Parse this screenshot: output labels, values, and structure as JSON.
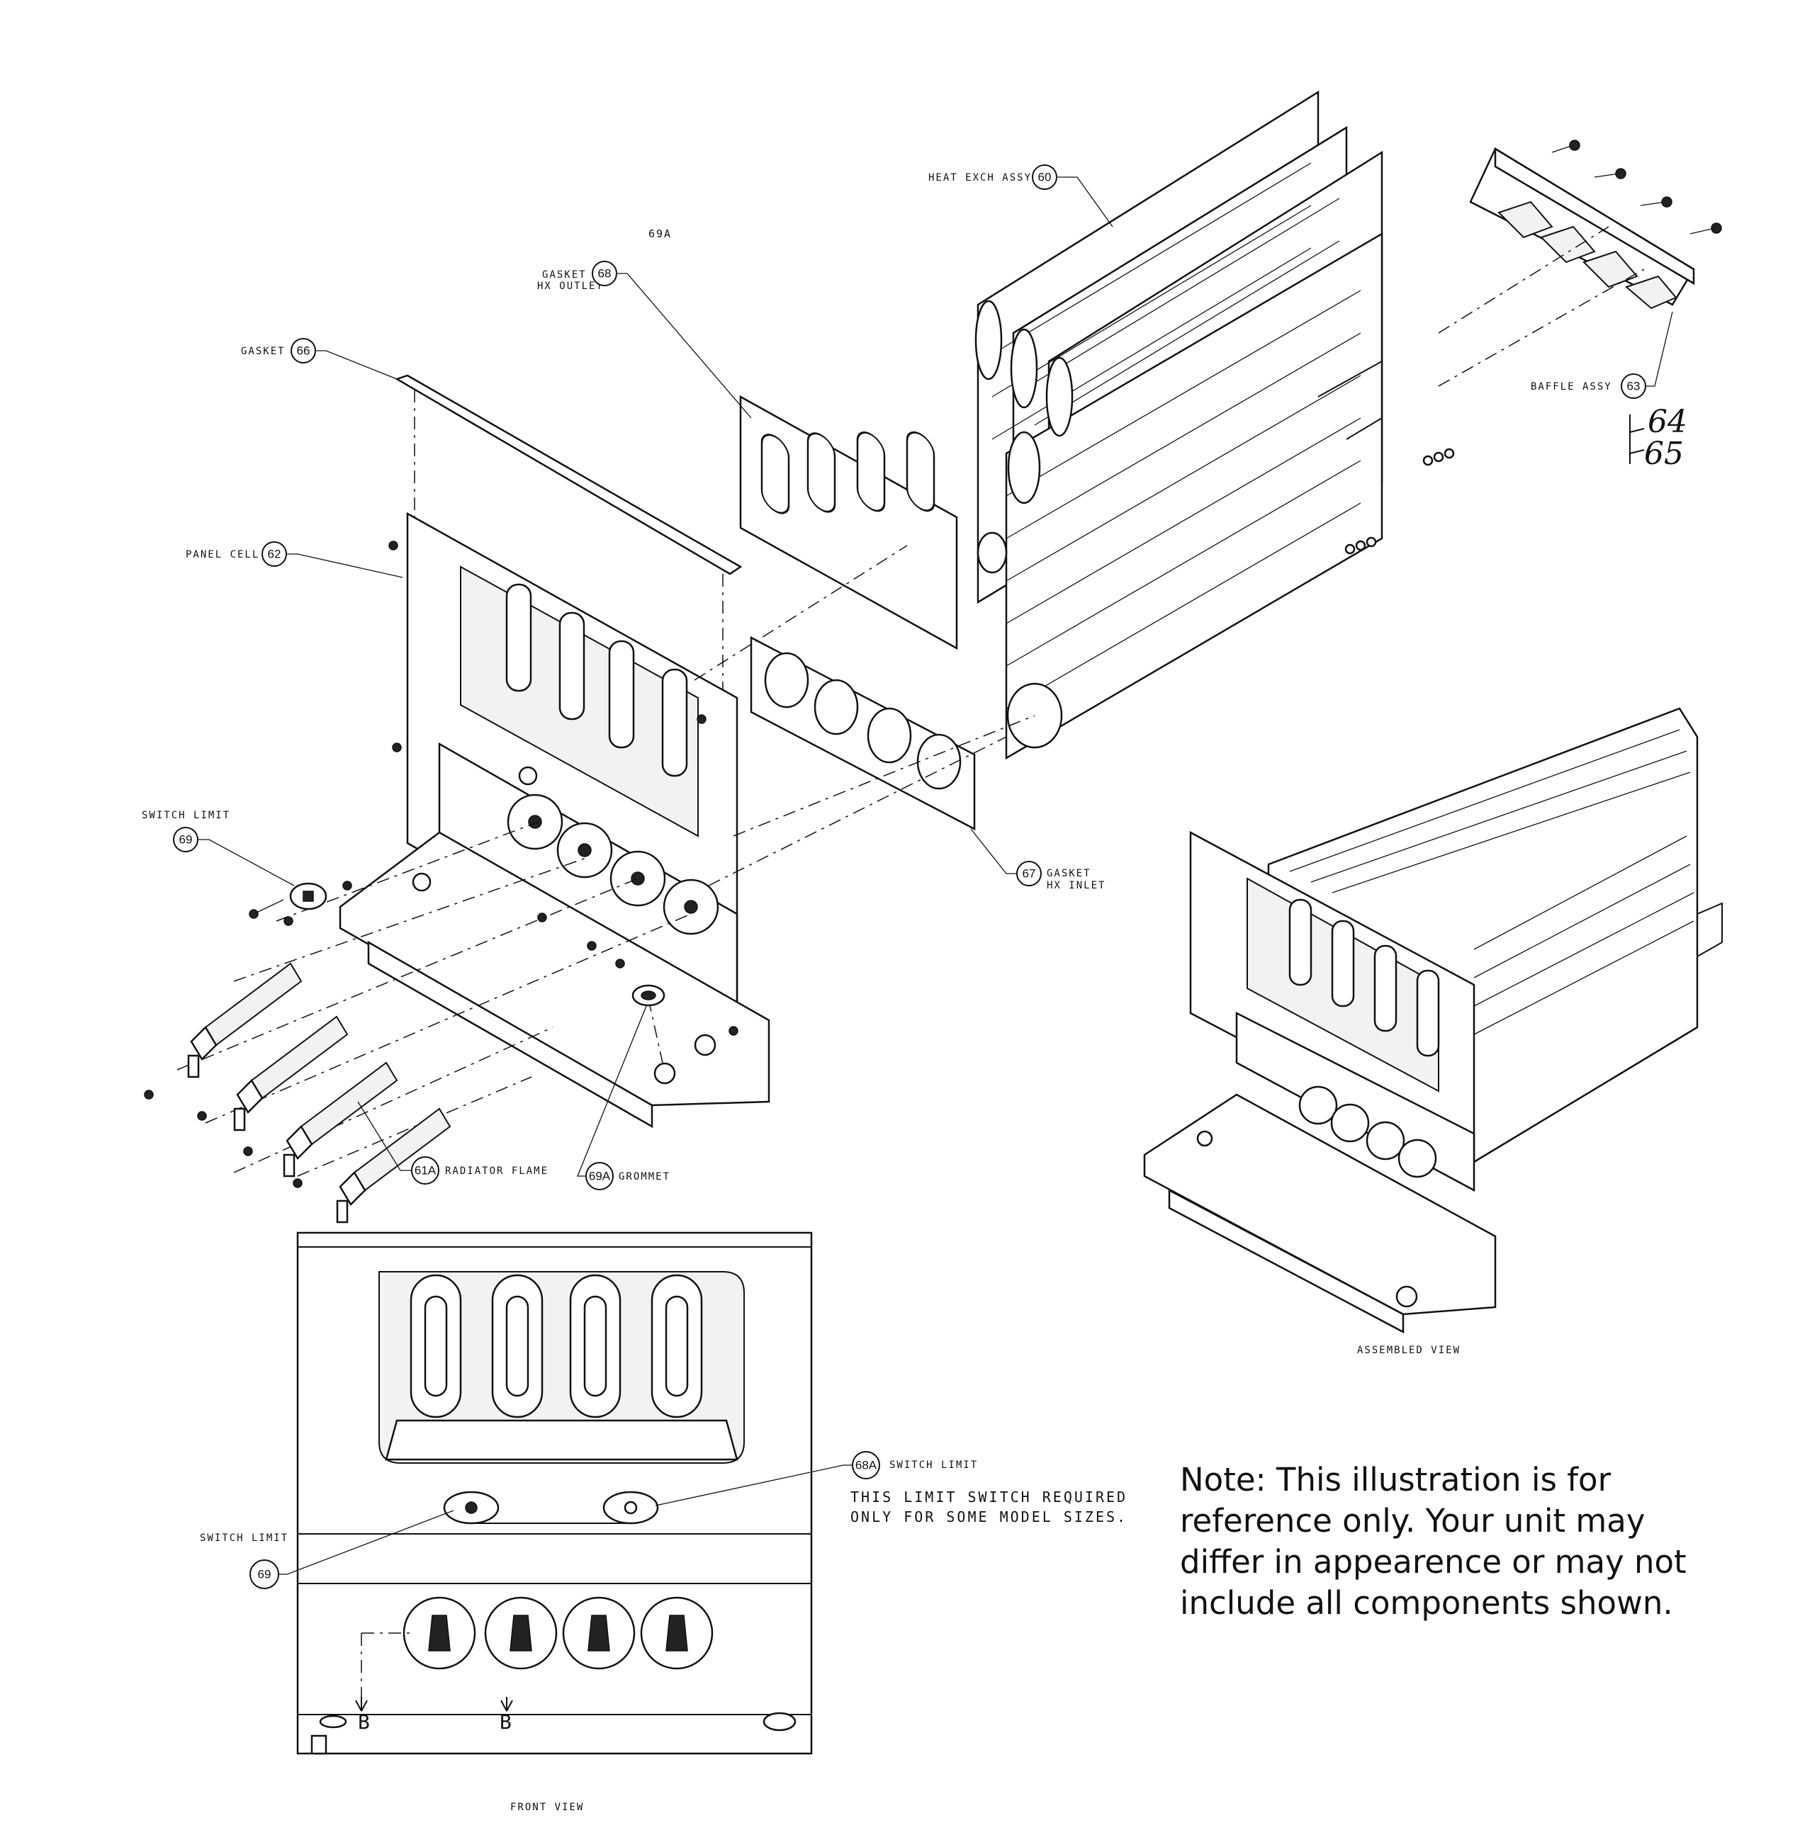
{
  "callouts": {
    "heat_exch": {
      "text": "HEAT EXCH ASSY",
      "num": "60"
    },
    "baffle": {
      "text": "BAFFLE ASSY",
      "num": "63"
    },
    "gasket_outlet": {
      "line1": "GASKET",
      "line2": "HX OUTLET",
      "num": "68"
    },
    "gasket": {
      "text": "GASKET",
      "num": "66"
    },
    "panel_cell": {
      "text": "PANEL CELL",
      "num": "62"
    },
    "switch_limit_top": {
      "text": "SWITCH LIMIT",
      "num": "69"
    },
    "gasket_inlet": {
      "line1": "GASKET",
      "line2": "HX INLET",
      "num": "67"
    },
    "radiator_flame": {
      "text": "RADIATOR FLAME",
      "num": "61A"
    },
    "grommet": {
      "text": "GROMMET",
      "num": "69A"
    },
    "switch_limit_68a": {
      "text": "SWITCH LIMIT",
      "num": "68A"
    },
    "switch_limit_front": {
      "text": "SWITCH LIMIT",
      "num": "69"
    }
  },
  "labels": {
    "stray_69a": "69A",
    "handwritten_64": "64",
    "handwritten_65": "65",
    "limit_note_line1": "THIS LIMIT SWITCH REQUIRED",
    "limit_note_line2": "ONLY FOR SOME MODEL SIZES.",
    "section_b_left": "B",
    "section_b_right": "B",
    "assembled_view": "ASSEMBLED VIEW",
    "front_view": "FRONT VIEW"
  },
  "note": "Note: This illustration is for reference only. Your unit may differ in appearence or may not include all components shown."
}
